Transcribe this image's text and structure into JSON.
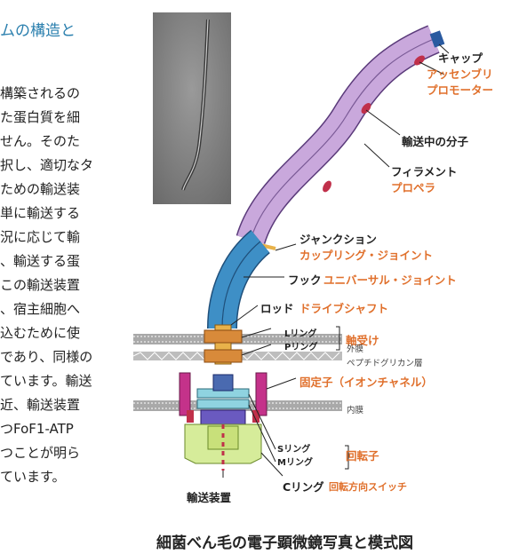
{
  "heading": "ムの構造と",
  "body_lines": [
    "構築されるの",
    "た蛋白質を細",
    "せん。そのた",
    "択し、適切なタ",
    "ための輸送装",
    "単に輸送する",
    "況に応じて輸",
    "、輸送する蛋",
    "この輸送装置",
    "、宿主細胞へ",
    "込むために使",
    "であり、同様の",
    "ています。輸送",
    "近、輸送装置",
    "つFoF1-ATP",
    "つことが明ら",
    "ています。"
  ],
  "labels": {
    "cap": "キャップ",
    "assembly": "アッセンブリ",
    "promoter": "プロモーター",
    "transport_molecule": "輸送中の分子",
    "filament": "フィラメント",
    "propeller": "プロペラ",
    "junction": "ジャンクション",
    "coupling": "カップリング・ジョイント",
    "hook": "フック",
    "universal": "ユニバーサル・ジョイント",
    "rod": "ロッド",
    "drive_shaft": "ドライブシャフト",
    "l_ring": "Lリング",
    "p_ring": "Pリング",
    "bearing": "軸受け",
    "outer_membrane": "外膜",
    "peptidoglycan": "ペプチドグリカン層",
    "stator": "固定子（イオンチャネル）",
    "inner_membrane": "内膜",
    "s_ring": "Sリング",
    "m_ring": "Mリング",
    "rotor": "回転子",
    "c_ring": "Cリング",
    "switch": "回転方向スイッチ",
    "transport_apparatus": "輸送装置"
  },
  "caption": "細菌べん毛の電子顕微鏡写真と模式図",
  "colors": {
    "heading": "#2a7fae",
    "accent_orange": "#e0702c",
    "filament": "#c9a8dc",
    "hook": "#3e8fc6",
    "rod": "#e8b24a"
  }
}
